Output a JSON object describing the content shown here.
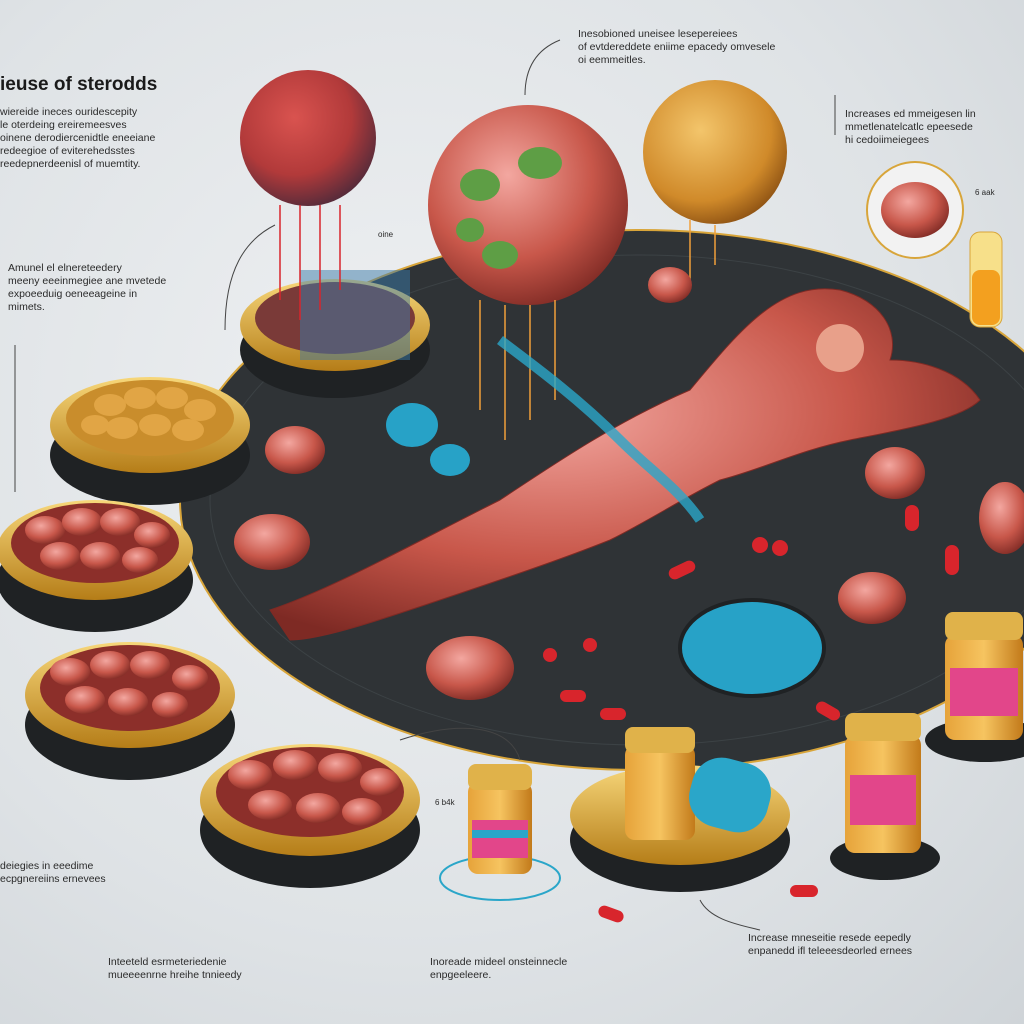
{
  "title": "ieuse of sterodds",
  "labels": {
    "top_center": "Inesobioned uneisee lesepereiees\nof evtdereddete eniime epacedy omvesele\noi eemmeitles.",
    "left_intro": "wiereide ineces ouridescepity\nle oterdeing ereiremeesves\noinene derodiercenidtle eneeiane\nredeegioe of eviterehedsstes\nreedepnerdeenisl of muemtity.",
    "top_right": "Increases ed mmeigesen lin\nmmetlenatelcatlc epeesede\nhi cedoiimeiegees",
    "left_mid": "Amunel el elnereteedery\nmeeny eeeinmegiee ane mvetede\nexpoeeduig oeneeageine in\nmimets.",
    "bottom_left": "deiegies in eeedime\necpgnereiins ernevees",
    "bottom_left2": "Inteeteld esrmeteriedenie\nmueeeenrne hreihe tnnieedy",
    "bottom_center": "Inoreade mideel onsteinnecle\nenpgeeleere.",
    "bottom_right": "Increase mneseitie resede eepedly\nenpanedd ifl teleeesdeorled ernees",
    "small_tag1": "6 aak",
    "small_tag2": "6 b4k",
    "small_tag3": "oine"
  },
  "colors": {
    "platform": "#2f3336",
    "gold": "#d8a53a",
    "muscle": "#c8574a",
    "blue": "#2aa6c9",
    "pill": "#d8252c"
  }
}
